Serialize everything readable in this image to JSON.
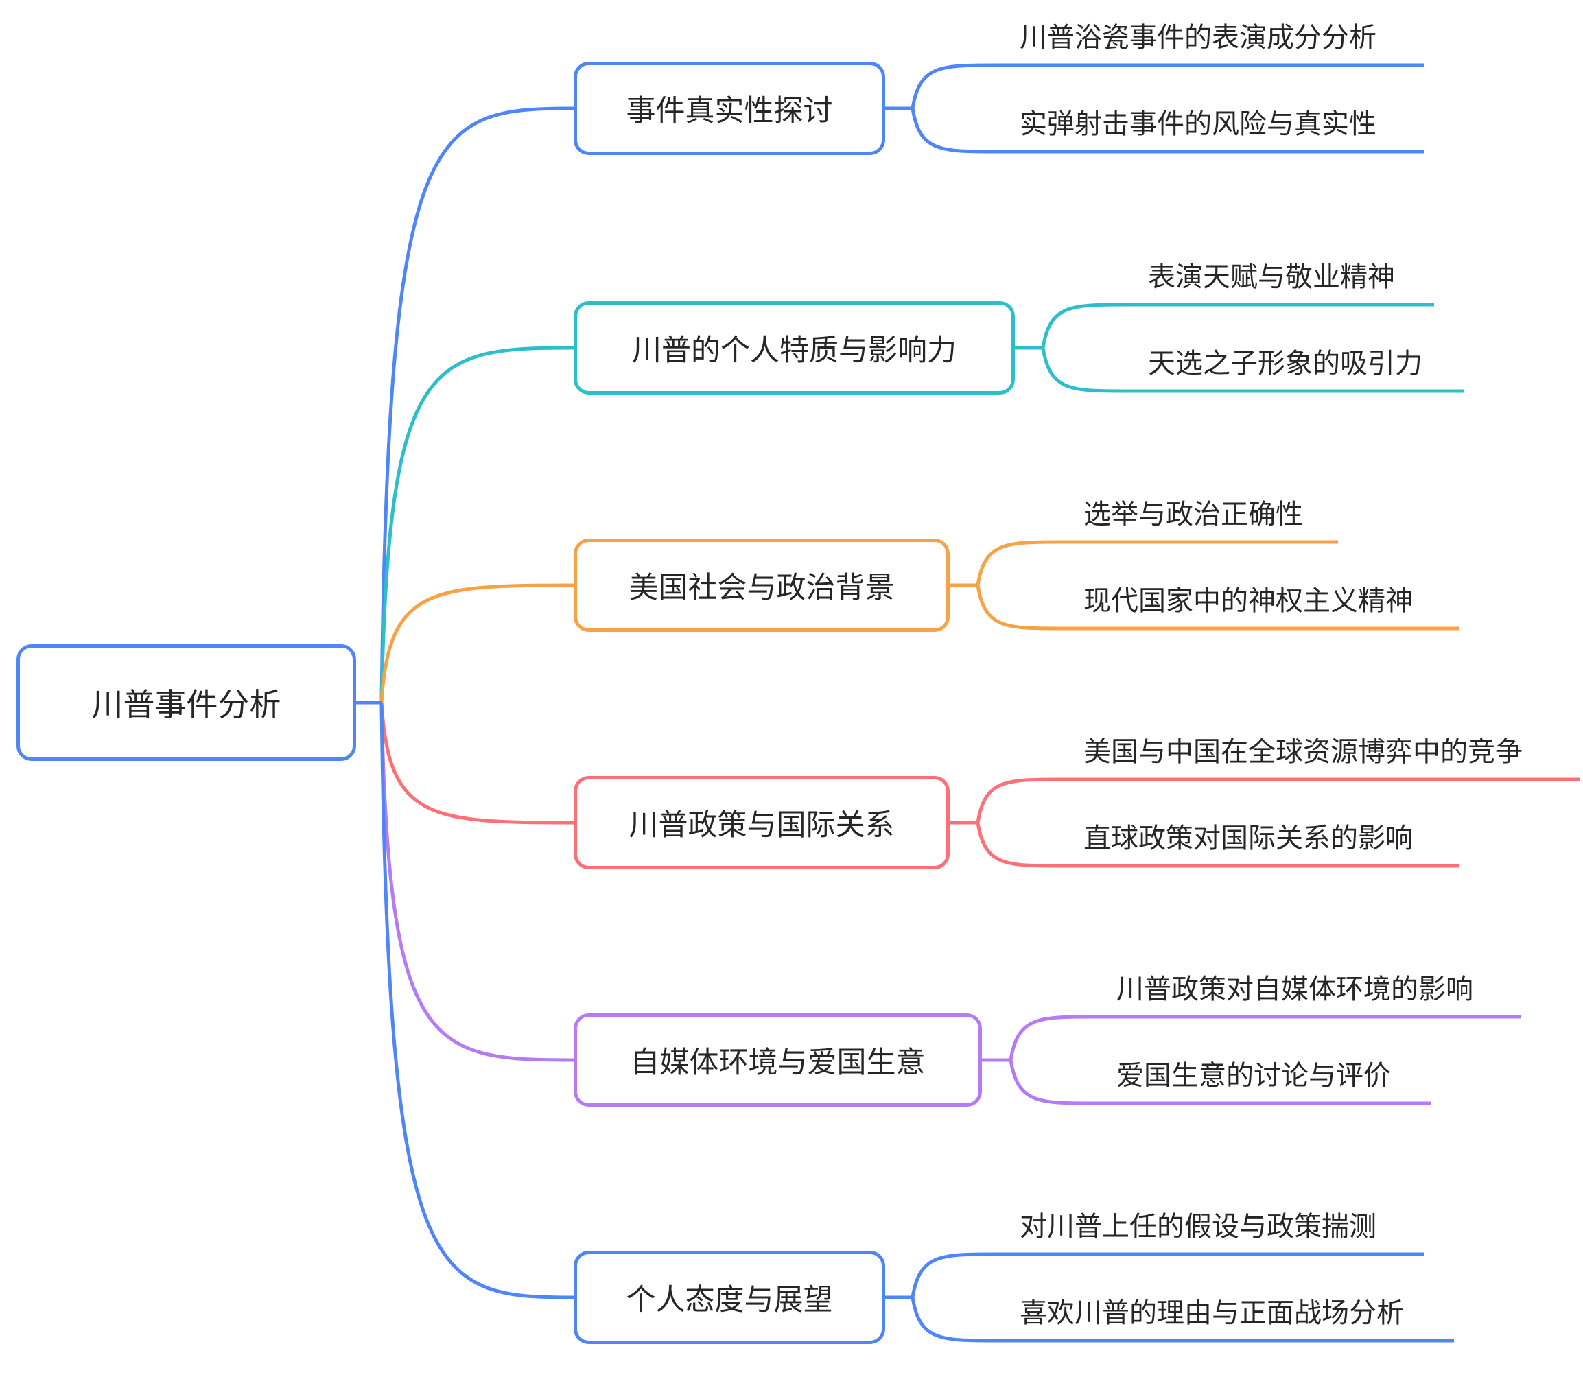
{
  "mindmap": {
    "root": {
      "label": "川普事件分析",
      "color": "#4F86F7"
    },
    "branches": [
      {
        "label": "事件真实性探讨",
        "color": "#4F86F7",
        "children": [
          "川普浴瓷事件的表演成分分析",
          "实弹射击事件的风险与真实性"
        ]
      },
      {
        "label": "川普的个人特质与影响力",
        "color": "#2CBFCB",
        "children": [
          "表演天赋与敬业精神",
          "天选之子形象的吸引力"
        ]
      },
      {
        "label": "美国社会与政治背景",
        "color": "#F7A246",
        "children": [
          "选举与政治正确性",
          "现代国家中的神权主义精神"
        ]
      },
      {
        "label": "川普政策与国际关系",
        "color": "#FF6F78",
        "children": [
          "美国与中国在全球资源博弈中的竞争",
          "直球政策对国际关系的影响"
        ]
      },
      {
        "label": "自媒体环境与爱国生意",
        "color": "#B57BF7",
        "children": [
          "川普政策对自媒体环境的影响",
          "爱国生意的讨论与评价"
        ]
      },
      {
        "label": "个人态度与展望",
        "color": "#4F86F7",
        "children": [
          "对川普上任的假设与政策揣测",
          "喜欢川普的理由与正面战场分析"
        ]
      }
    ]
  }
}
